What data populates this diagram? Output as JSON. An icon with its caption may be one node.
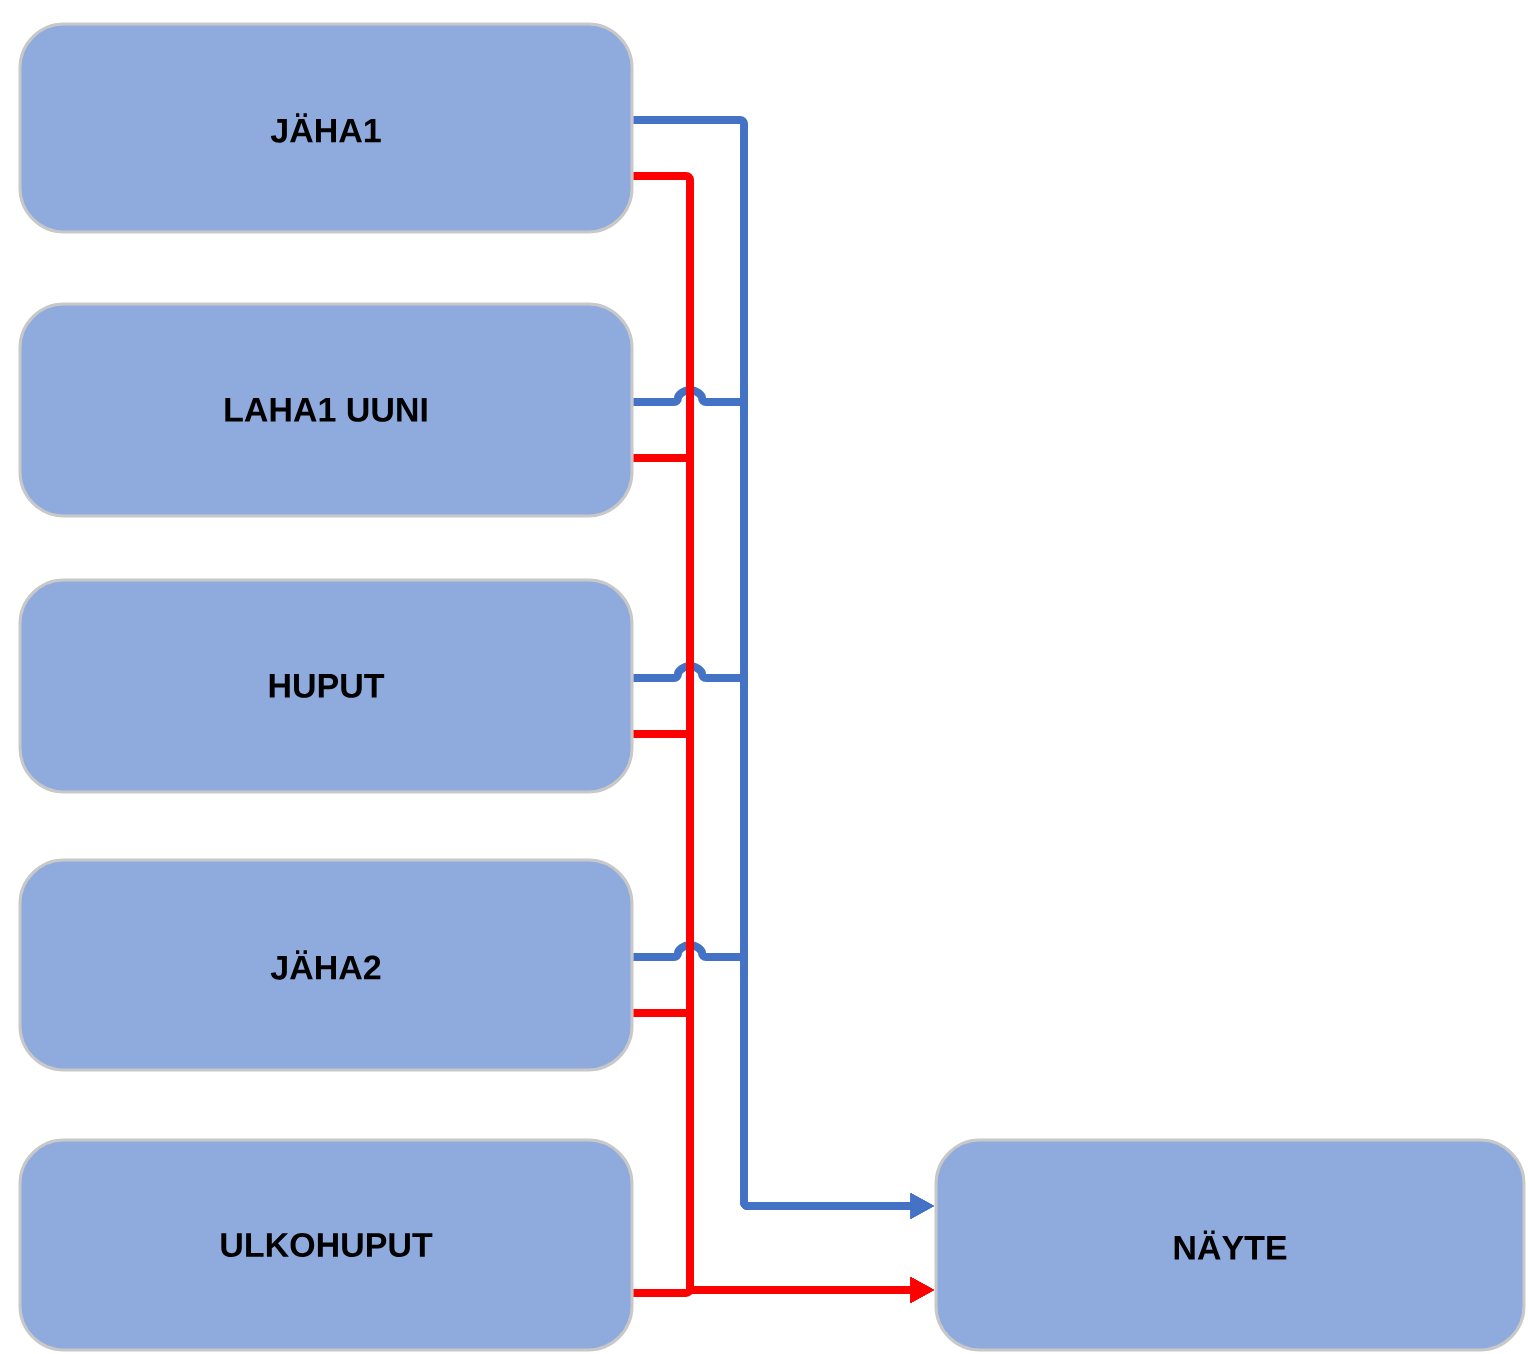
{
  "diagram": {
    "nodes": [
      {
        "text": [
          "JÄHA1"
        ]
      },
      {
        "text": [
          "LAHA1 UUNI"
        ]
      },
      {
        "text": [
          "HUPUT"
        ]
      },
      {
        "text": [
          "JÄHA2"
        ]
      },
      {
        "text": [
          "ULKOHUPUT"
        ]
      },
      {
        "text": [
          "NÄYTE"
        ]
      }
    ],
    "edges": [
      {
        "from": 0,
        "to": 5,
        "arrow": "to",
        "color": "#4472c4"
      },
      {
        "from": 1,
        "to": 5,
        "arrow": "to",
        "color": "#4472c4"
      },
      {
        "from": 2,
        "to": 5,
        "arrow": "to",
        "color": "#4472c4"
      },
      {
        "from": 3,
        "to": 5,
        "arrow": "to",
        "color": "#4472c4"
      },
      {
        "from": 0,
        "to": 5,
        "arrow": "to",
        "color": "#ff0000"
      },
      {
        "from": 1,
        "to": 5,
        "arrow": "to",
        "color": "#ff0000"
      },
      {
        "from": 2,
        "to": 5,
        "arrow": "to",
        "color": "#ff0000"
      },
      {
        "from": 3,
        "to": 5,
        "arrow": "to",
        "color": "#ff0000"
      },
      {
        "from": 4,
        "to": 5,
        "arrow": "to",
        "color": "#ff0000"
      }
    ]
  }
}
